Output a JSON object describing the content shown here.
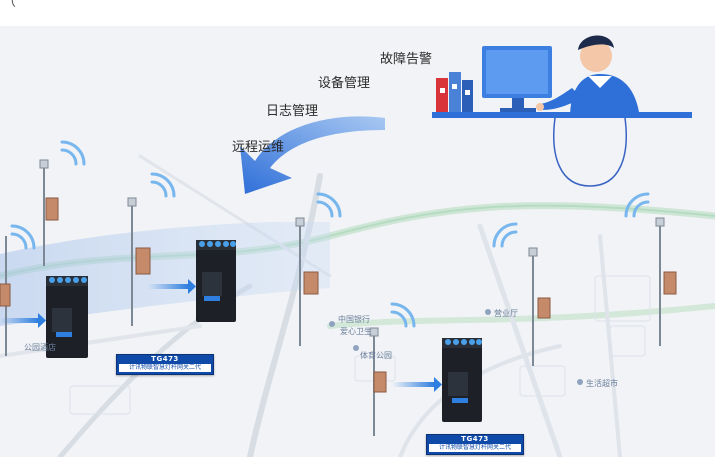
{
  "workflow": {
    "steps": [
      "故障告警",
      "设备管理",
      "日志管理",
      "远程运维"
    ]
  },
  "devices": [
    {
      "model": "TG473",
      "desc": "计讯物联智慧灯杆网关二代"
    },
    {
      "model": "TG473",
      "desc": "计讯物联智慧灯杆网关二代"
    }
  ],
  "map": {
    "poi": [
      "中国银行",
      "爱心卫生",
      "体育公园",
      "营业厅",
      "生活超市",
      "公园酒店"
    ]
  },
  "colors": {
    "accent_blue": "#2f7fe0",
    "label_blue": "#0f4aa8",
    "signal_blue": "#78b6ee",
    "device_body": "#1d2127"
  }
}
